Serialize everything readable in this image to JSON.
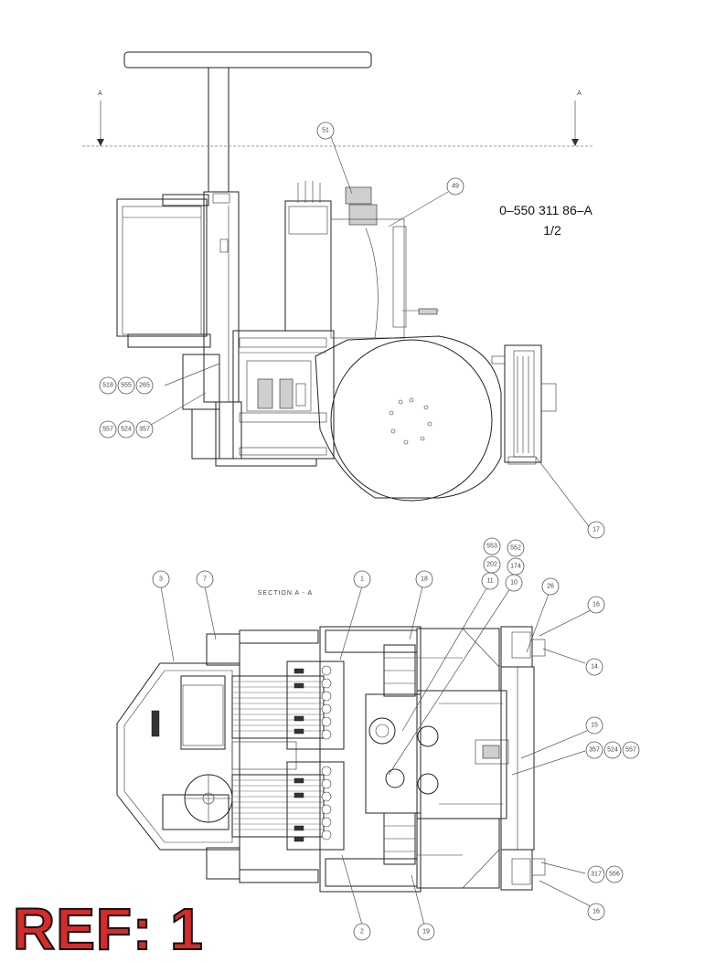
{
  "drawing_number": "0–550 311 86–A",
  "sheet": "1/2",
  "section_marker": "A",
  "section_title": "SECTION A - A",
  "ref_label": "REF: 1",
  "callouts": {
    "c51": "51",
    "c49": "49",
    "c518": "518",
    "c555": "555",
    "c265": "265",
    "c557a": "557",
    "c524a": "524",
    "c357a": "357",
    "c17": "17",
    "c553": "553",
    "c552": "552",
    "c202": "202",
    "c174": "174",
    "c3": "3",
    "c7": "7",
    "c1": "1",
    "c18": "18",
    "c11": "11",
    "c10": "10",
    "c26": "26",
    "c16a": "16",
    "c14": "14",
    "c15": "15",
    "c357b": "357",
    "c524b": "524",
    "c557b": "557",
    "c317": "317",
    "c556": "556",
    "c16b": "16",
    "c2": "2",
    "c19": "19"
  }
}
